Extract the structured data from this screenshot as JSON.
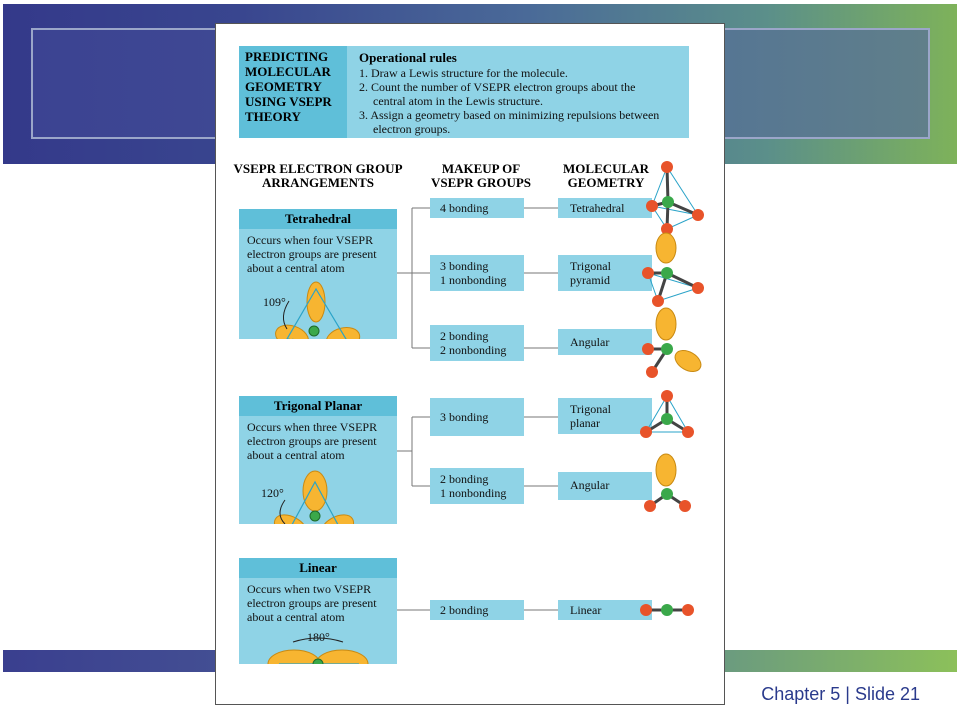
{
  "slide": {
    "label": "Chapter 5 | Slide 21"
  },
  "rules": {
    "title_lines": [
      "PREDICTING",
      "MOLECULAR",
      "GEOMETRY",
      "USING VSEPR",
      "THEORY"
    ],
    "heading": "Operational rules",
    "items": [
      {
        "line1": "1. Draw a Lewis structure for the molecule.",
        "line2": ""
      },
      {
        "line1": "2. Count the number of VSEPR electron groups about the",
        "line2": "central atom in the Lewis structure."
      },
      {
        "line1": "3. Assign a geometry based on minimizing repulsions between",
        "line2": "electron groups."
      }
    ]
  },
  "columns": {
    "col1": [
      "VSEPR ELECTRON GROUP",
      "ARRANGEMENTS"
    ],
    "col2": [
      "MAKEUP OF",
      "VSEPR GROUPS"
    ],
    "col3": [
      "MOLECULAR",
      "GEOMETRY"
    ]
  },
  "arrangements": [
    {
      "name": "Tetrahedral",
      "desc": [
        "Occurs when four VSEPR",
        "electron groups are present",
        "about a central atom"
      ],
      "angle": "109°"
    },
    {
      "name": "Trigonal Planar",
      "desc": [
        "Occurs when three VSEPR",
        "electron groups are present",
        "about a central atom"
      ],
      "angle": "120°"
    },
    {
      "name": "Linear",
      "desc": [
        "Occurs when two VSEPR",
        "electron groups are present",
        "about a central atom"
      ],
      "angle": "180°"
    }
  ],
  "makeups": [
    [
      "4 bonding"
    ],
    [
      "3 bonding",
      "1 nonbonding"
    ],
    [
      "2 bonding",
      "2 nonbonding"
    ],
    [
      "3 bonding"
    ],
    [
      "2 bonding",
      "1 nonbonding"
    ],
    [
      "2 bonding"
    ]
  ],
  "geometries": [
    [
      "Tetrahedral"
    ],
    [
      "Trigonal",
      "pyramid"
    ],
    [
      "Angular"
    ],
    [
      "Trigonal",
      "planar"
    ],
    [
      "Angular"
    ],
    [
      "Linear"
    ]
  ],
  "colors": {
    "box": "#8fd3e6",
    "header": "#5fbfd9",
    "lobe": "#f7b531",
    "central_atom": "#3aa84a",
    "outer_atom": "#e8532a"
  }
}
